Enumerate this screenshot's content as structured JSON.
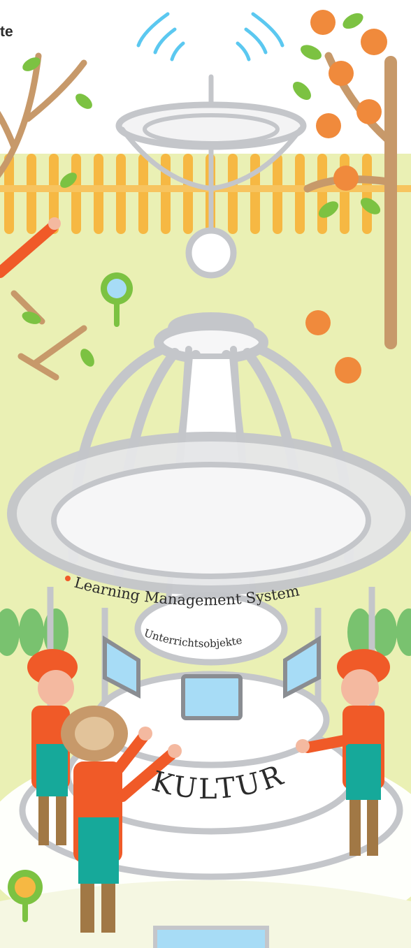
{
  "header": {
    "title_fragment": "te"
  },
  "labels": {
    "lms": "Learning Management System",
    "objects": "Unterrichtsobjekte",
    "base": "KULTUR"
  },
  "colors": {
    "background": "#eaf0b4",
    "fence": "#f6b843",
    "structure": "#c4c6ca",
    "structure_fill": "#eeeeef",
    "leaf": "#7cc242",
    "orange_fruit": "#f08a3c",
    "worker_shirt": "#f05a28",
    "worker_overall": "#16a99a",
    "signal": "#5bc8f0",
    "screen": "#a7dcf6",
    "accent_dot": "#f05a28"
  },
  "icons": [
    "wifi-signal-icon",
    "orange-tree-icon",
    "branch-tree-icon",
    "location-pin-icon"
  ]
}
